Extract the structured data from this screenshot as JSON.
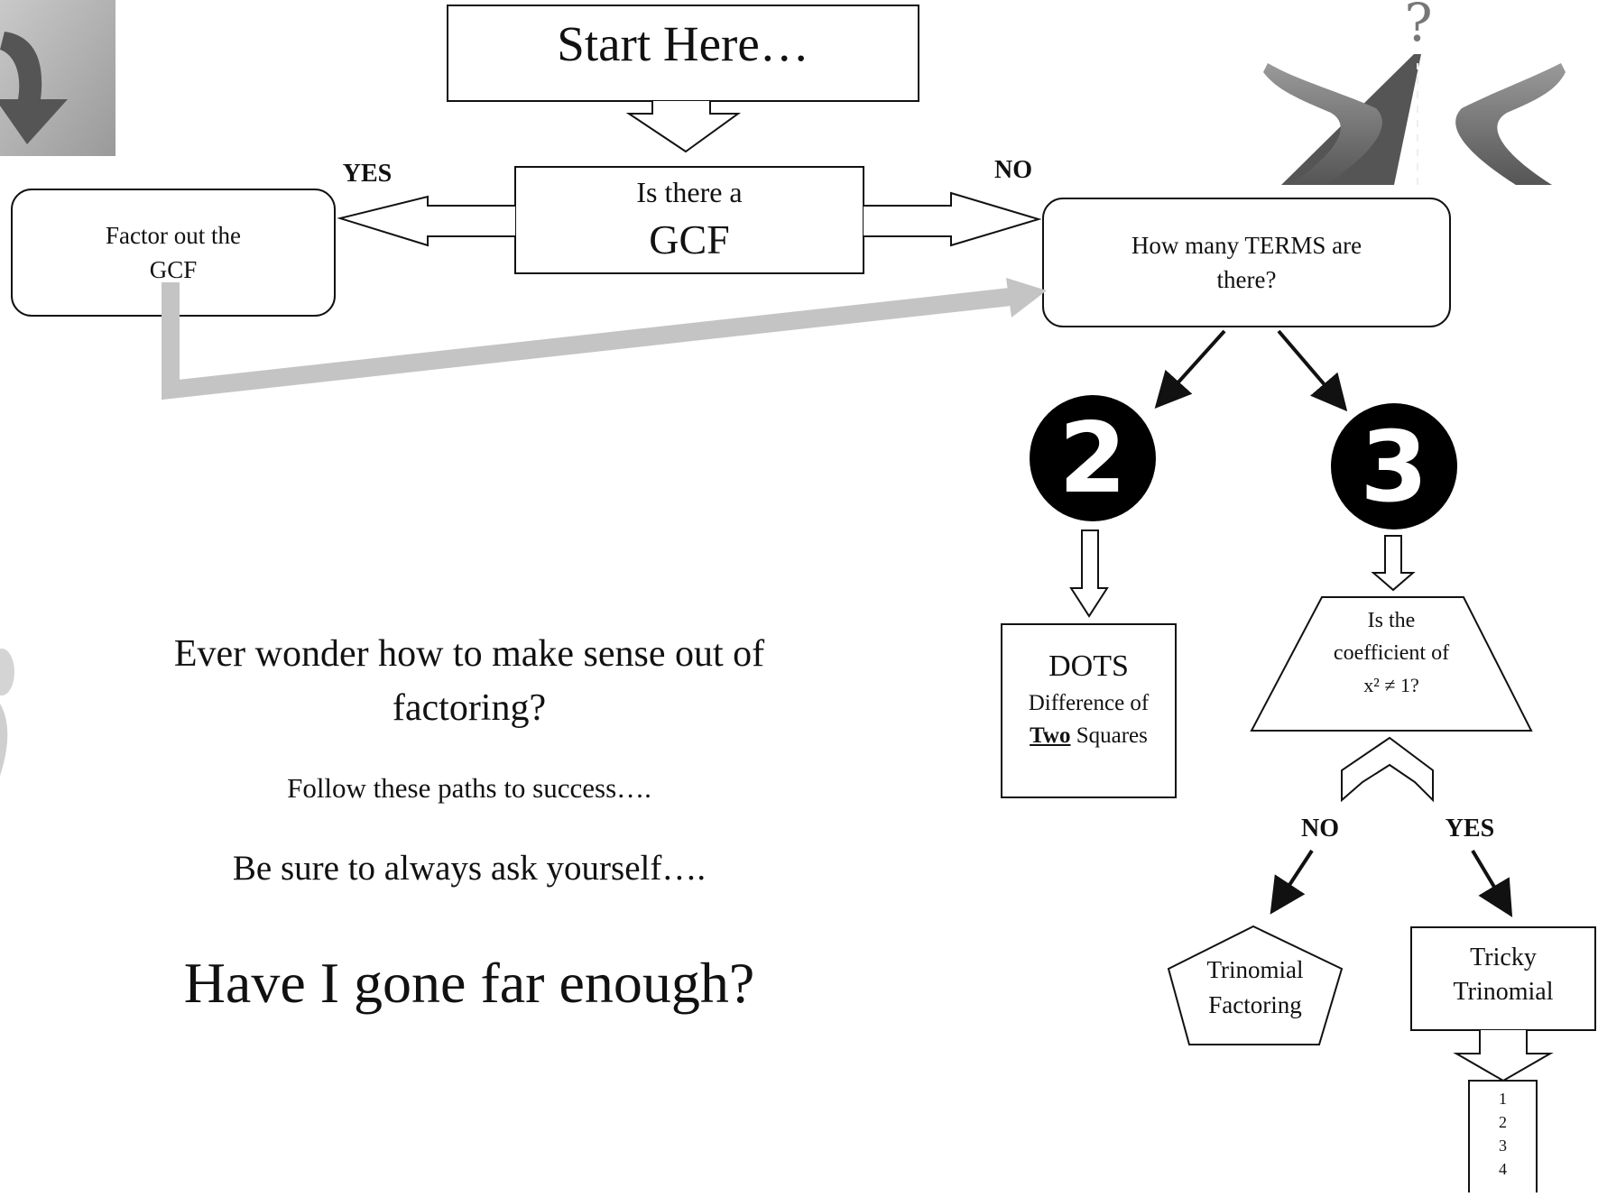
{
  "start": {
    "label": "Start Here…"
  },
  "gcf_question": {
    "line1": "Is there a",
    "line2": "GCF"
  },
  "yes_label": "YES",
  "no_label": "NO",
  "factor_out": {
    "line1": "Factor out the",
    "line2": "GCF"
  },
  "terms_question": {
    "line1": "How many TERMS are",
    "line2": "there?"
  },
  "two_terms": {
    "number": "2"
  },
  "three_terms": {
    "number": "3"
  },
  "dots": {
    "title": "DOTS",
    "line1": "Difference of",
    "bold_word": "Two",
    "line2_rest": " Squares"
  },
  "coefficient_question": {
    "line1": "Is the",
    "line2": "coefficient of",
    "line3": "x² ≠ 1?"
  },
  "branch_no": "NO",
  "branch_yes": "YES",
  "trinomial": {
    "line1": "Trinomial",
    "line2": "Factoring"
  },
  "tricky": {
    "line1": "Tricky",
    "line2": "Trinomial"
  },
  "steps": [
    "1",
    "2",
    "3",
    "4"
  ],
  "intro": {
    "line1": "Ever wonder how to make sense out of",
    "line2": "factoring?",
    "line3": "Follow these paths to success….",
    "line4": "Be sure to always ask yourself….",
    "line5": "Have I gone far enough?"
  },
  "icons": {
    "top_left": "curved-arrow-icon",
    "top_right": "crossroads-question-icon",
    "left_edge": "figure-icon"
  }
}
